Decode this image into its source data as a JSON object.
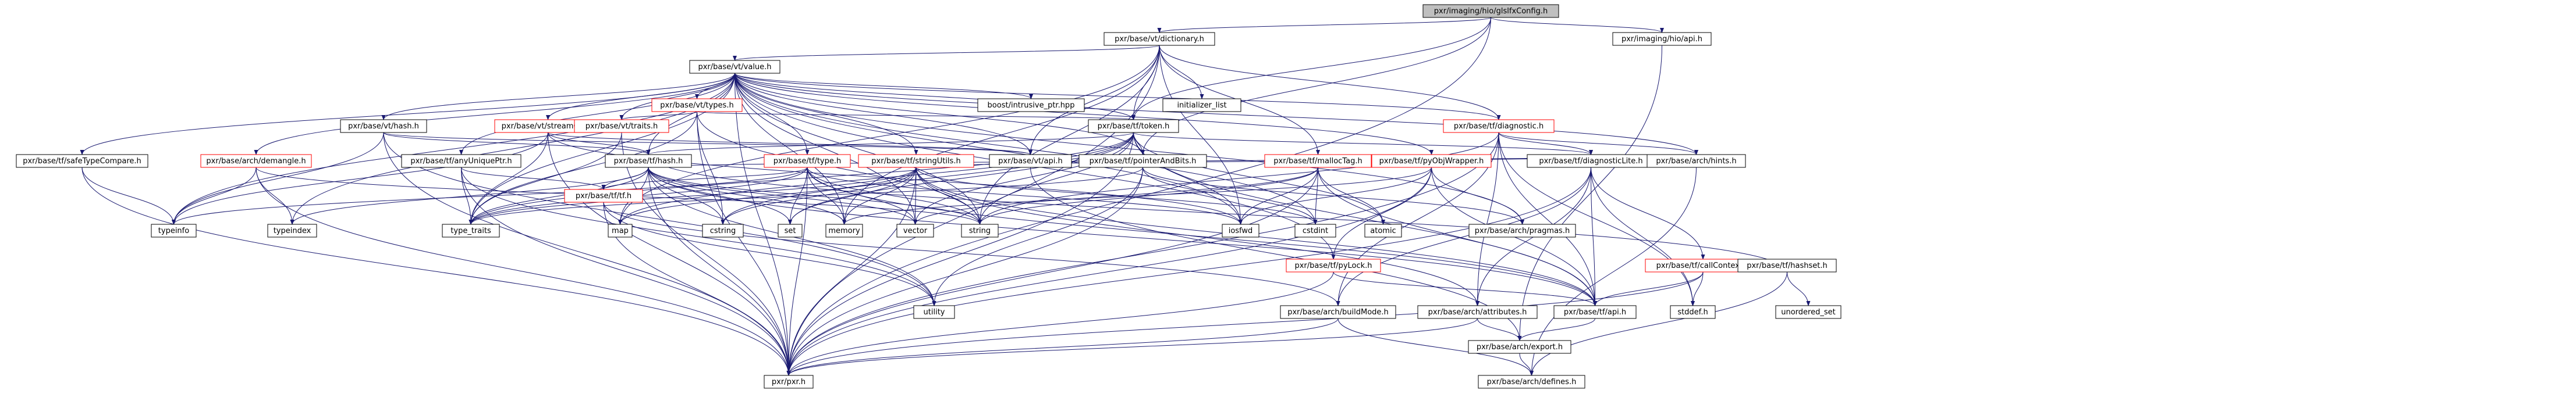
{
  "colors": {
    "root_fill": "#bfbfbf",
    "node_fill": "#ffffff",
    "node_stroke": "#000000",
    "link_stroke": "#ff0000",
    "edge": "#191970"
  },
  "nodes": [
    {
      "id": "root",
      "label": "pxr/imaging/hio/glslfxConfig.h",
      "kind": "root"
    },
    {
      "id": "dictionary",
      "label": "pxr/base/vt/dictionary.h",
      "kind": "plain"
    },
    {
      "id": "hioapi",
      "label": "pxr/imaging/hio/api.h",
      "kind": "plain"
    },
    {
      "id": "vtvalue",
      "label": "pxr/base/vt/value.h",
      "kind": "plain"
    },
    {
      "id": "initlist",
      "label": "initializer_list",
      "kind": "system"
    },
    {
      "id": "boostptr",
      "label": "boost/intrusive_ptr.hpp",
      "kind": "system"
    },
    {
      "id": "vttypes",
      "label": "pxr/base/vt/types.h",
      "kind": "link"
    },
    {
      "id": "vtstreamout",
      "label": "pxr/base/vt/streamOut.h",
      "kind": "link"
    },
    {
      "id": "vttraits",
      "label": "pxr/base/vt/traits.h",
      "kind": "link"
    },
    {
      "id": "vthash",
      "label": "pxr/base/vt/hash.h",
      "kind": "plain"
    },
    {
      "id": "tfdiagnostic",
      "label": "pxr/base/tf/diagnostic.h",
      "kind": "link"
    },
    {
      "id": "tftoken",
      "label": "pxr/base/tf/token.h",
      "kind": "plain"
    },
    {
      "id": "tfsafetype",
      "label": "pxr/base/tf/safeTypeCompare.h",
      "kind": "plain"
    },
    {
      "id": "archdemangle",
      "label": "pxr/base/arch/demangle.h",
      "kind": "link"
    },
    {
      "id": "tfanyunique",
      "label": "pxr/base/tf/anyUniquePtr.h",
      "kind": "plain"
    },
    {
      "id": "tfhash",
      "label": "pxr/base/tf/hash.h",
      "kind": "plain"
    },
    {
      "id": "tftype",
      "label": "pxr/base/tf/type.h",
      "kind": "link"
    },
    {
      "id": "tfstringutils",
      "label": "pxr/base/tf/stringUtils.h",
      "kind": "link"
    },
    {
      "id": "vtapi",
      "label": "pxr/base/vt/api.h",
      "kind": "plain"
    },
    {
      "id": "tfpointerbits",
      "label": "pxr/base/tf/pointerAndBits.h",
      "kind": "plain"
    },
    {
      "id": "tfmalloctag",
      "label": "pxr/base/tf/mallocTag.h",
      "kind": "link"
    },
    {
      "id": "tfpyobj",
      "label": "pxr/base/tf/pyObjWrapper.h",
      "kind": "link"
    },
    {
      "id": "tfdiaglite",
      "label": "pxr/base/tf/diagnosticLite.h",
      "kind": "plain"
    },
    {
      "id": "archhints",
      "label": "pxr/base/arch/hints.h",
      "kind": "plain"
    },
    {
      "id": "tftf",
      "label": "pxr/base/tf/tf.h",
      "kind": "link"
    },
    {
      "id": "typeinfo",
      "label": "typeinfo",
      "kind": "system"
    },
    {
      "id": "typeindex",
      "label": "typeindex",
      "kind": "system"
    },
    {
      "id": "typetraits",
      "label": "type_traits",
      "kind": "system"
    },
    {
      "id": "map",
      "label": "map",
      "kind": "system"
    },
    {
      "id": "cstring",
      "label": "cstring",
      "kind": "system"
    },
    {
      "id": "set",
      "label": "set",
      "kind": "system"
    },
    {
      "id": "memory",
      "label": "memory",
      "kind": "system"
    },
    {
      "id": "vector",
      "label": "vector",
      "kind": "system"
    },
    {
      "id": "string",
      "label": "string",
      "kind": "system"
    },
    {
      "id": "iosfwd",
      "label": "iosfwd",
      "kind": "system"
    },
    {
      "id": "cstdint",
      "label": "cstdint",
      "kind": "system"
    },
    {
      "id": "atomic",
      "label": "atomic",
      "kind": "system"
    },
    {
      "id": "archpragmas",
      "label": "pxr/base/arch/pragmas.h",
      "kind": "plain"
    },
    {
      "id": "tfpylock",
      "label": "pxr/base/tf/pyLock.h",
      "kind": "link"
    },
    {
      "id": "tfcallctx",
      "label": "pxr/base/tf/callContext.h",
      "kind": "link"
    },
    {
      "id": "tfhashset",
      "label": "pxr/base/tf/hashset.h",
      "kind": "plain"
    },
    {
      "id": "tfapi",
      "label": "pxr/base/tf/api.h",
      "kind": "plain"
    },
    {
      "id": "archbuildmode",
      "label": "pxr/base/arch/buildMode.h",
      "kind": "plain"
    },
    {
      "id": "archattributes",
      "label": "pxr/base/arch/attributes.h",
      "kind": "plain"
    },
    {
      "id": "utility",
      "label": "utility",
      "kind": "system"
    },
    {
      "id": "stddef",
      "label": "stddef.h",
      "kind": "system"
    },
    {
      "id": "unorderedset",
      "label": "unordered_set",
      "kind": "system"
    },
    {
      "id": "pxr",
      "label": "pxr/pxr.h",
      "kind": "plain"
    },
    {
      "id": "archexport",
      "label": "pxr/base/arch/export.h",
      "kind": "plain"
    },
    {
      "id": "archdefines",
      "label": "pxr/base/arch/defines.h",
      "kind": "plain"
    }
  ],
  "edges": [
    [
      "root",
      "dictionary"
    ],
    [
      "root",
      "tftoken"
    ],
    [
      "root",
      "hioapi"
    ],
    [
      "root",
      "tfpointerbits"
    ],
    [
      "root",
      "pxr"
    ],
    [
      "dictionary",
      "vtvalue"
    ],
    [
      "dictionary",
      "initlist"
    ],
    [
      "dictionary",
      "tfdiagnostic"
    ],
    [
      "dictionary",
      "tfmalloctag"
    ],
    [
      "dictionary",
      "tftoken"
    ],
    [
      "dictionary",
      "vtapi"
    ],
    [
      "dictionary",
      "pxr"
    ],
    [
      "dictionary",
      "iosfwd"
    ],
    [
      "dictionary",
      "string"
    ],
    [
      "dictionary",
      "map"
    ],
    [
      "dictionary",
      "memory"
    ],
    [
      "hioapi",
      "archexport"
    ],
    [
      "vtvalue",
      "boostptr"
    ],
    [
      "vtvalue",
      "vttypes"
    ],
    [
      "vtvalue",
      "vtstreamout"
    ],
    [
      "vtvalue",
      "vttraits"
    ],
    [
      "vtvalue",
      "vthash"
    ],
    [
      "vtvalue",
      "tfdiagnostic"
    ],
    [
      "vtvalue",
      "tftoken"
    ],
    [
      "vtvalue",
      "tfsafetype"
    ],
    [
      "vtvalue",
      "archdemangle"
    ],
    [
      "vtvalue",
      "tfanyunique"
    ],
    [
      "vtvalue",
      "tfhash"
    ],
    [
      "vtvalue",
      "tftype"
    ],
    [
      "vtvalue",
      "tfstringutils"
    ],
    [
      "vtvalue",
      "vtapi"
    ],
    [
      "vtvalue",
      "tfpointerbits"
    ],
    [
      "vtvalue",
      "tfpyobj"
    ],
    [
      "vtvalue",
      "tfpylock"
    ],
    [
      "vtvalue",
      "archhints"
    ],
    [
      "vtvalue",
      "archpragmas"
    ],
    [
      "vtvalue",
      "pxr"
    ],
    [
      "vtvalue",
      "typeinfo"
    ],
    [
      "vtvalue",
      "typeindex"
    ],
    [
      "vtvalue",
      "typetraits"
    ],
    [
      "vtvalue",
      "iosfwd"
    ],
    [
      "vtvalue",
      "cstdint"
    ],
    [
      "vtvalue",
      "string"
    ],
    [
      "vtvalue",
      "memory"
    ],
    [
      "vtvalue",
      "vector"
    ],
    [
      "vttypes",
      "vttraits"
    ],
    [
      "vttypes",
      "tftoken"
    ],
    [
      "vttypes",
      "string"
    ],
    [
      "vttypes",
      "cstring"
    ],
    [
      "vttypes",
      "typetraits"
    ],
    [
      "vttypes",
      "pxr"
    ],
    [
      "vtstreamout",
      "vtapi"
    ],
    [
      "vtstreamout",
      "tfhash"
    ],
    [
      "vtstreamout",
      "typeinfo"
    ],
    [
      "vtstreamout",
      "typetraits"
    ],
    [
      "vtstreamout",
      "iosfwd"
    ],
    [
      "vtstreamout",
      "pxr"
    ],
    [
      "vttraits",
      "typetraits"
    ],
    [
      "vttraits",
      "pxr"
    ],
    [
      "vthash",
      "tfhash"
    ],
    [
      "vthash",
      "vtapi"
    ],
    [
      "vthash",
      "typeinfo"
    ],
    [
      "vthash",
      "utility"
    ],
    [
      "vthash",
      "pxr"
    ],
    [
      "tfdiagnostic",
      "tfdiaglite"
    ],
    [
      "tfdiagnostic",
      "archhints"
    ],
    [
      "tfdiagnostic",
      "tfapi"
    ],
    [
      "tfdiagnostic",
      "pxr"
    ],
    [
      "tfdiagnostic",
      "stddef"
    ],
    [
      "tfdiagnostic",
      "archbuildmode"
    ],
    [
      "tfdiagnostic",
      "archattributes"
    ],
    [
      "tfdiagnostic",
      "string"
    ],
    [
      "tftoken",
      "tfhash"
    ],
    [
      "tftoken",
      "tfdiaglite"
    ],
    [
      "tftoken",
      "tfpointerbits"
    ],
    [
      "tftoken",
      "tfapi"
    ],
    [
      "tftoken",
      "pxr"
    ],
    [
      "tftoken",
      "iosfwd"
    ],
    [
      "tftoken",
      "string"
    ],
    [
      "tftoken",
      "vector"
    ],
    [
      "tftoken",
      "map"
    ],
    [
      "tftoken",
      "set"
    ],
    [
      "tftoken",
      "atomic"
    ],
    [
      "tftoken",
      "cstring"
    ],
    [
      "tftoken",
      "typetraits"
    ],
    [
      "tfsafetype",
      "typeinfo"
    ],
    [
      "tfsafetype",
      "pxr"
    ],
    [
      "archdemangle",
      "typeinfo"
    ],
    [
      "archdemangle",
      "typeindex"
    ],
    [
      "archdemangle",
      "string"
    ],
    [
      "archdemangle",
      "pxr"
    ],
    [
      "archdemangle",
      "archapiexp"
    ],
    [
      "tfanyunique",
      "tftf"
    ],
    [
      "tfanyunique",
      "typetraits"
    ],
    [
      "tfanyunique",
      "utility"
    ],
    [
      "tfanyunique",
      "pxr"
    ],
    [
      "tfhash",
      "tftf"
    ],
    [
      "tfhash",
      "typetraits"
    ],
    [
      "tfhash",
      "cstring"
    ],
    [
      "tfhash",
      "map"
    ],
    [
      "tfhash",
      "memory"
    ],
    [
      "tfhash",
      "set"
    ],
    [
      "tfhash",
      "string"
    ],
    [
      "tfhash",
      "typeindex"
    ],
    [
      "tfhash",
      "utility"
    ],
    [
      "tfhash",
      "vector"
    ],
    [
      "tfhash",
      "tfapi"
    ],
    [
      "tfhash",
      "archhints"
    ],
    [
      "tfhash",
      "pxr"
    ],
    [
      "tftype",
      "tfapi"
    ],
    [
      "tftype",
      "tftf"
    ],
    [
      "tftype",
      "typetraits"
    ],
    [
      "tftype",
      "iosfwd"
    ],
    [
      "tftype",
      "memory"
    ],
    [
      "tftype",
      "set"
    ],
    [
      "tftype",
      "string"
    ],
    [
      "tftype",
      "typeinfo"
    ],
    [
      "tftype",
      "vector"
    ],
    [
      "tftype",
      "pxr"
    ],
    [
      "tfstringutils",
      "archattributes"
    ],
    [
      "tfstringutils",
      "archhints"
    ],
    [
      "tfstringutils",
      "archinline"
    ],
    [
      "tfstringutils",
      "tfapi"
    ],
    [
      "tfstringutils",
      "tfenum"
    ],
    [
      "tfstringutils",
      "cstdint"
    ],
    [
      "tfstringutils",
      "cstring"
    ],
    [
      "tfstringutils",
      "typetraits"
    ],
    [
      "tfstringutils",
      "set"
    ],
    [
      "tfstringutils",
      "string"
    ],
    [
      "tfstringutils",
      "vector"
    ],
    [
      "tfstringutils",
      "map"
    ],
    [
      "tfstringutils",
      "memory"
    ],
    [
      "tfstringutils",
      "pxr"
    ],
    [
      "vtapi",
      "archexport"
    ],
    [
      "tfpointerbits",
      "archpragmas"
    ],
    [
      "tfpointerbits",
      "cstdint"
    ],
    [
      "tfpointerbits",
      "typetraits"
    ],
    [
      "tfpointerbits",
      "utility"
    ],
    [
      "tfpointerbits",
      "pxr"
    ],
    [
      "tfmalloctag",
      "tfapi"
    ],
    [
      "tfmalloctag",
      "atomic"
    ],
    [
      "tfmalloctag",
      "cstdint"
    ],
    [
      "tfmalloctag",
      "iosfwd"
    ],
    [
      "tfmalloctag",
      "string"
    ],
    [
      "tfmalloctag",
      "vector"
    ],
    [
      "tfmalloctag",
      "pxr"
    ],
    [
      "tfpyobj",
      "tfapi"
    ],
    [
      "tfpyobj",
      "tfpylock"
    ],
    [
      "tfpyobj",
      "archpragmas"
    ],
    [
      "tfpyobj",
      "memory"
    ],
    [
      "tfpyobj",
      "iosfwd"
    ],
    [
      "tfpyobj",
      "pxr"
    ],
    [
      "tfdiaglite",
      "tfapi"
    ],
    [
      "tfdiaglite",
      "tfcallctx"
    ],
    [
      "tfdiaglite",
      "archattributes"
    ],
    [
      "tfdiaglite",
      "archbuildmode"
    ],
    [
      "tfdiaglite",
      "archhints"
    ],
    [
      "tfdiaglite",
      "stddef"
    ],
    [
      "tfdiaglite",
      "pxr"
    ],
    [
      "archhints",
      "archdefines"
    ],
    [
      "tftf",
      "pxr"
    ],
    [
      "tftf",
      "archbuildmode"
    ],
    [
      "tftf",
      "utility"
    ],
    [
      "tfpylock",
      "tfapi"
    ],
    [
      "tfpylock",
      "pxr"
    ],
    [
      "tfcallctx",
      "tfapi"
    ],
    [
      "tfcallctx",
      "stddef"
    ],
    [
      "tfcallctx",
      "pxr"
    ],
    [
      "tfhashset",
      "tfhash"
    ],
    [
      "tfhashset",
      "archdefines"
    ],
    [
      "tfhashset",
      "unorderedset"
    ],
    [
      "tfapi",
      "archexport"
    ],
    [
      "archbuildmode",
      "archdefines"
    ],
    [
      "archbuildmode",
      "pxr"
    ],
    [
      "archattributes",
      "archexport"
    ],
    [
      "archattributes",
      "pxr"
    ],
    [
      "archexport",
      "archdefines"
    ]
  ]
}
